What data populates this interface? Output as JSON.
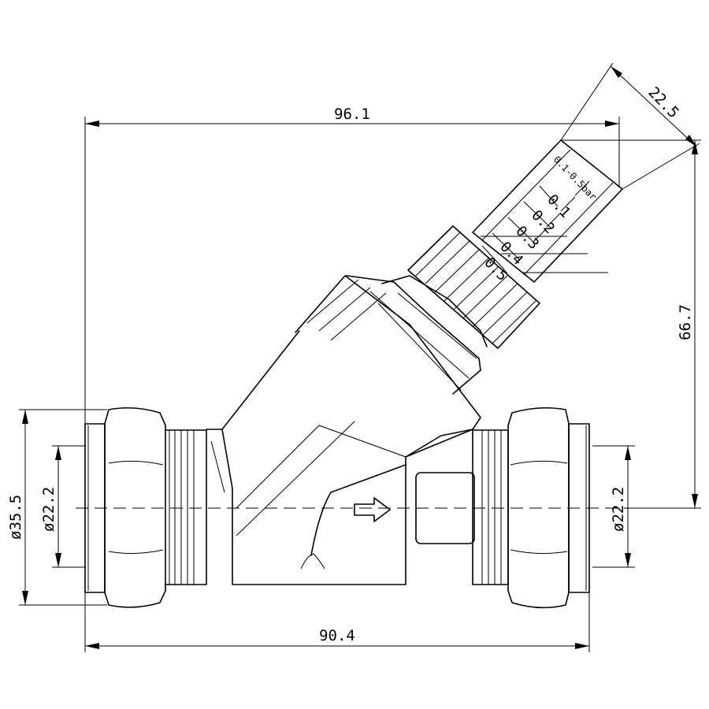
{
  "dimensions": {
    "overall_length_top": "96.1",
    "gauge_width": "22.5",
    "height_to_center": "66.7",
    "outer_diameter": "ø35.5",
    "inner_diameter_left": "ø22.2",
    "inner_diameter_right": "ø22.2",
    "body_length_bottom": "90.4"
  },
  "gauge": {
    "range_label": "0.1-0.5bar",
    "scale": [
      "0.1",
      "0.2",
      "0.3",
      "0.4",
      "0.5"
    ]
  }
}
